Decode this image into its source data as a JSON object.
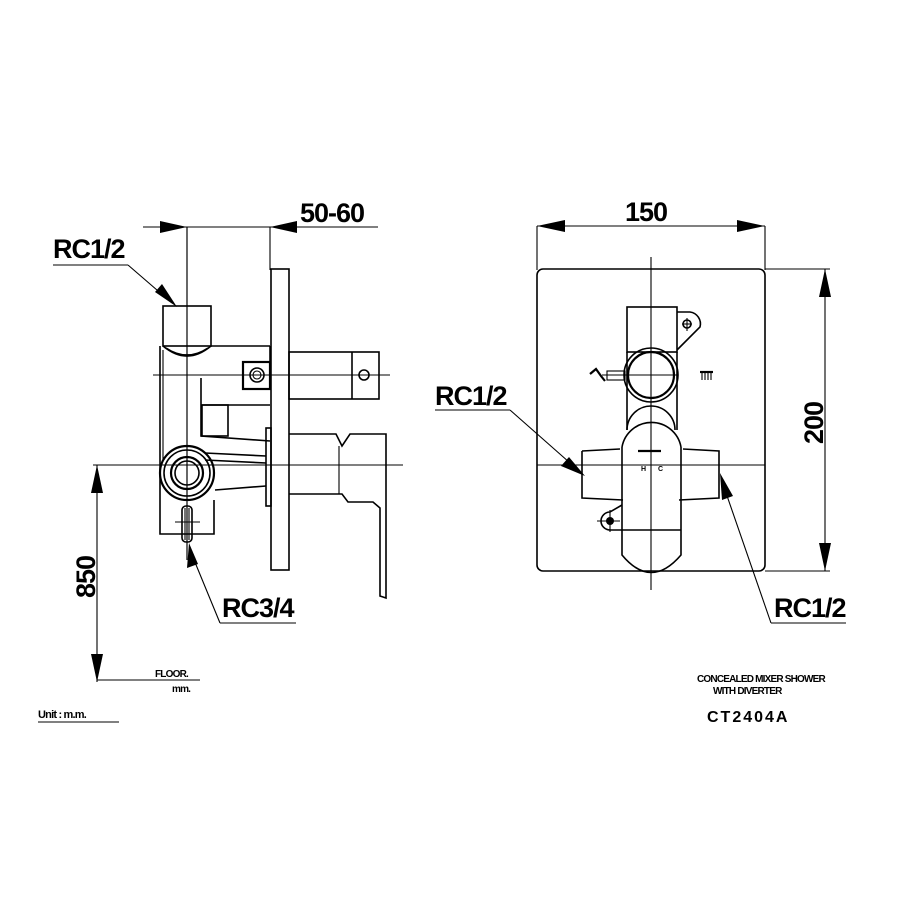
{
  "drawing": {
    "title_line1": "CONCEALED MIXER SHOWER",
    "title_line2": "WITH DIVERTER",
    "model": "CT2404A",
    "unit_label": "Unit : m.m."
  },
  "side_view": {
    "dim_depth": "50-60",
    "dim_height_from_floor": "850",
    "floor_label": "FLOOR.",
    "floor_unit": "mm.",
    "top_inlet_label": "RC1/2",
    "bottom_inlet_label": "RC3/4"
  },
  "front_view": {
    "dim_width": "150",
    "dim_height": "200",
    "left_outlet_label": "RC1/2",
    "right_outlet_label": "RC1/2",
    "handle_mark_hot": "H",
    "handle_mark_cold": "C"
  },
  "colors": {
    "line": "#000000",
    "background": "#ffffff"
  }
}
